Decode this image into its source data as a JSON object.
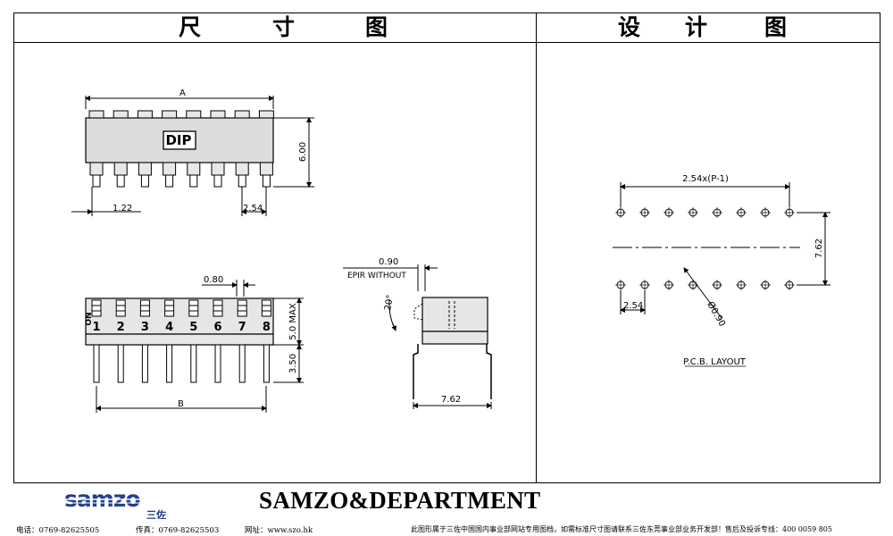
{
  "header": {
    "left_title": [
      "尺",
      "寸",
      "图"
    ],
    "right_title": [
      "设",
      "计",
      "图"
    ]
  },
  "top_view": {
    "dim_a": "A",
    "dim_height": "6.00",
    "badge": "DIP",
    "dim_edge": "1.22",
    "dim_pitch": "2.54"
  },
  "front_view": {
    "dim_width": "0.80",
    "side_label": "ON",
    "switch_numbers": [
      "1",
      "2",
      "3",
      "4",
      "5",
      "6",
      "7",
      "8"
    ],
    "dim_height_max": "5.0 MAX",
    "dim_lead": "3.50",
    "dim_b": "B"
  },
  "side_view": {
    "dim_090": "0.90",
    "note": "EPIR WITHOUT",
    "angle": "20°",
    "dim_width": "7.62"
  },
  "pcb_layout": {
    "dim_span": "2.54x(P-1)",
    "dim_rows": "7.62",
    "dim_pitch": "2.54",
    "dim_hole": "Ø0.90",
    "caption": "P.C.B. LAYOUT"
  },
  "footer": {
    "brand": "SAMZO&DEPARTMENT",
    "logo_text": "samzo",
    "logo_cn": "三佐",
    "tel": "电话：0769-82625505",
    "fax": "传真：0769-82625503",
    "web": "网址：www.szo.hk",
    "notice": "此图形属于三佐中国国内事业部网站专用图档，如需标准尺寸图请联系三佐东莞事业部业务开发部！售后及投诉专线：400 0059 805"
  }
}
